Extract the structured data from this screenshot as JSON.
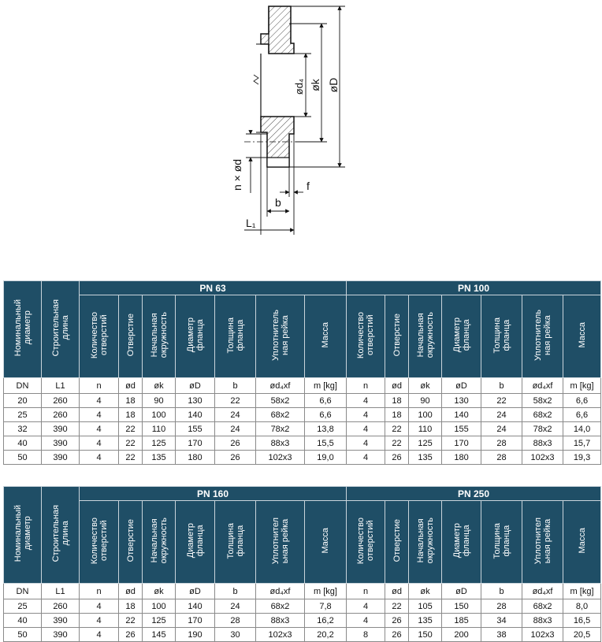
{
  "drawing": {
    "labels": {
      "d4": "ød₄",
      "k": "øk",
      "D": "øD",
      "nd": "n × ød",
      "f": "f",
      "b": "b",
      "L1": "L₁"
    }
  },
  "columns": {
    "dn_header": "Номинальный\nдиаметр",
    "l1_header": "Строительная\nдлина",
    "group_headers": [
      "Количество\nотверстий",
      "Отверстие",
      "Начальная\nокружность",
      "Диаметр\nфланца",
      "Толщина\nфланца",
      "Уплотнитель\nная рейка",
      "Масса"
    ],
    "group_headers_b": [
      "Количество\nотверстий",
      "Отверстие",
      "Начальная\nокружность",
      "Диаметр\nфланца",
      "Толщина\nфланца",
      "Уплотнител\nьная рейка",
      "Масса"
    ],
    "symbols": [
      "DN",
      "L1",
      "n",
      "ød",
      "øk",
      "øD",
      "b",
      "ød₄xf",
      "m [kg]",
      "n",
      "ød",
      "øk",
      "øD",
      "b",
      "ød₄xf",
      "m [kg]"
    ]
  },
  "table_a": {
    "pressure_left": "PN 63",
    "pressure_right": "PN 100",
    "rows": [
      [
        "20",
        "260",
        "4",
        "18",
        "90",
        "130",
        "22",
        "58x2",
        "6,6",
        "4",
        "18",
        "90",
        "130",
        "22",
        "58x2",
        "6,6"
      ],
      [
        "25",
        "260",
        "4",
        "18",
        "100",
        "140",
        "24",
        "68x2",
        "6,6",
        "4",
        "18",
        "100",
        "140",
        "24",
        "68x2",
        "6,6"
      ],
      [
        "32",
        "390",
        "4",
        "22",
        "110",
        "155",
        "24",
        "78x2",
        "13,8",
        "4",
        "22",
        "110",
        "155",
        "24",
        "78x2",
        "14,0"
      ],
      [
        "40",
        "390",
        "4",
        "22",
        "125",
        "170",
        "26",
        "88x3",
        "15,5",
        "4",
        "22",
        "125",
        "170",
        "28",
        "88x3",
        "15,7"
      ],
      [
        "50",
        "390",
        "4",
        "22",
        "135",
        "180",
        "26",
        "102x3",
        "19,0",
        "4",
        "26",
        "135",
        "180",
        "28",
        "102x3",
        "19,3"
      ]
    ]
  },
  "table_b": {
    "pressure_left": "PN 160",
    "pressure_right": "PN 250",
    "rows": [
      [
        "25",
        "260",
        "4",
        "18",
        "100",
        "140",
        "24",
        "68x2",
        "7,8",
        "4",
        "22",
        "105",
        "150",
        "28",
        "68x2",
        "8,0"
      ],
      [
        "40",
        "390",
        "4",
        "22",
        "125",
        "170",
        "28",
        "88x3",
        "16,2",
        "4",
        "26",
        "135",
        "185",
        "34",
        "88x3",
        "16,5"
      ],
      [
        "50",
        "390",
        "4",
        "26",
        "145",
        "190",
        "30",
        "102x3",
        "20,2",
        "8",
        "26",
        "150",
        "200",
        "38",
        "102x3",
        "20,5"
      ]
    ]
  }
}
